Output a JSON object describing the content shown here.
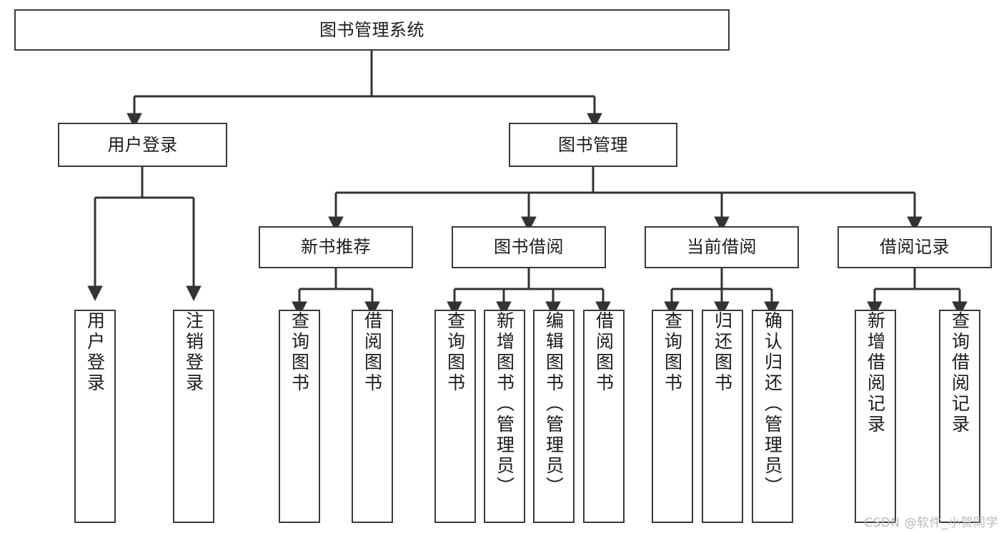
{
  "diagram": {
    "title": "图书管理系统",
    "type": "tree-hierarchy-functional-structure",
    "watermark": "CSDN @软件_小贺同学",
    "colors": {
      "background": "#ffffff",
      "node_border": "#3a3a3a",
      "node_fill": "#ffffff",
      "edge": "#333333",
      "text": "#1b1b1b",
      "watermark": "#b9b9b9"
    },
    "root": {
      "label": "图书管理系统",
      "orientation": "horizontal"
    },
    "level1": [
      {
        "label": "用户登录",
        "orientation": "horizontal"
      },
      {
        "label": "图书管理",
        "orientation": "horizontal"
      }
    ],
    "level2": [
      {
        "label": "新书推荐",
        "orientation": "horizontal",
        "parent": "图书管理"
      },
      {
        "label": "图书借阅",
        "orientation": "horizontal",
        "parent": "图书管理"
      },
      {
        "label": "当前借阅",
        "orientation": "horizontal",
        "parent": "图书管理"
      },
      {
        "label": "借阅记录",
        "orientation": "horizontal",
        "parent": "图书管理"
      }
    ],
    "leaves": {
      "用户登录": [
        {
          "label": "用户登录",
          "orientation": "vertical"
        },
        {
          "label": "注销登录",
          "orientation": "vertical"
        }
      ],
      "新书推荐": [
        {
          "label": "查询图书",
          "orientation": "vertical"
        },
        {
          "label": "借阅图书",
          "orientation": "vertical"
        }
      ],
      "图书借阅": [
        {
          "label": "查询图书",
          "orientation": "vertical"
        },
        {
          "label": "新增图书（管理员）",
          "orientation": "vertical"
        },
        {
          "label": "编辑图书（管理员）",
          "orientation": "vertical"
        },
        {
          "label": "借阅图书",
          "orientation": "vertical"
        }
      ],
      "当前借阅": [
        {
          "label": "查询图书",
          "orientation": "vertical"
        },
        {
          "label": "归还图书",
          "orientation": "vertical"
        },
        {
          "label": "确认归还（管理员）",
          "orientation": "vertical"
        }
      ],
      "借阅记录": [
        {
          "label": "新增借阅记录",
          "orientation": "vertical"
        },
        {
          "label": "查询借阅记录",
          "orientation": "vertical"
        }
      ]
    }
  }
}
